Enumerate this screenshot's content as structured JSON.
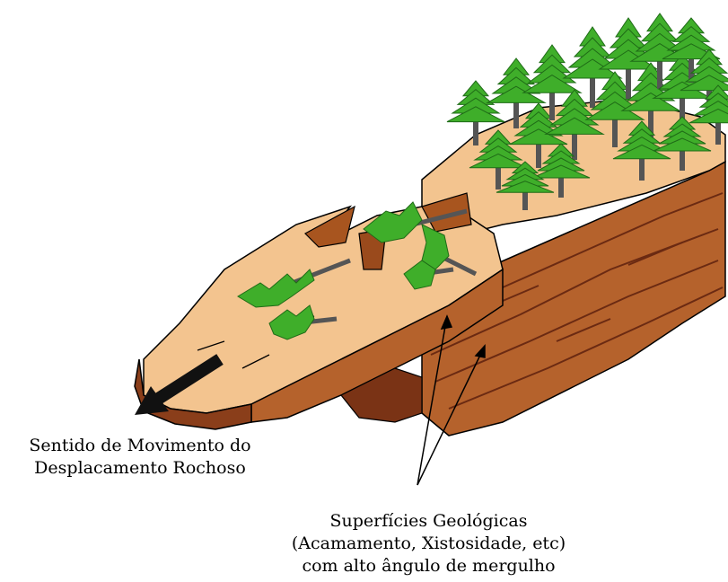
{
  "labels": {
    "movement": {
      "line1": "Sentido de Movimento do",
      "line2": "Desplacamento Rochoso"
    },
    "surfaces": {
      "line1": "Superfícies Geológicas",
      "line2": "(Acamamento, Xistosidade, etc)",
      "line3": "com alto ângulo de mergulho"
    }
  },
  "colors": {
    "rock_top": "#f3c48f",
    "rock_side": "#b5622c",
    "rock_dark": "#6b2a12",
    "tree": "#3fae2a",
    "tree_dark": "#1f6b17",
    "trunk": "#555555",
    "arrow": "#111111"
  }
}
